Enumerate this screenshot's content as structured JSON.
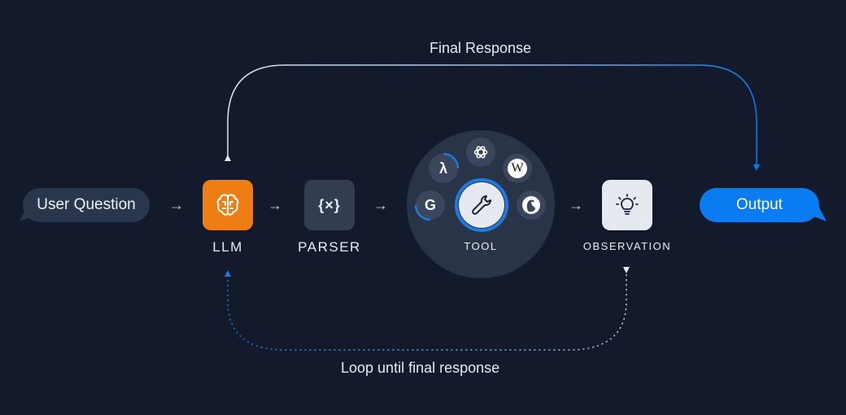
{
  "nodes": {
    "user_question": "User Question",
    "llm": "LLM",
    "parser": "PARSER",
    "parser_symbol": "{×}",
    "tool": "TOOL",
    "observation": "OBSERVATION",
    "output": "Output"
  },
  "edges": {
    "final_response": "Final Response",
    "loop": "Loop until final response"
  },
  "tools": {
    "lambda": "λ",
    "google": "G",
    "wikipedia": "W"
  },
  "icons": [
    "brain-icon",
    "wrench-icon",
    "lightbulb-icon",
    "openai-icon",
    "duckduckgo-icon"
  ],
  "colors": {
    "background": "#121a2c",
    "llm": "#ee7d14",
    "accent_blue": "#0a7cf2",
    "node_dark": "#323d52",
    "observation": "#e5e9f0"
  }
}
